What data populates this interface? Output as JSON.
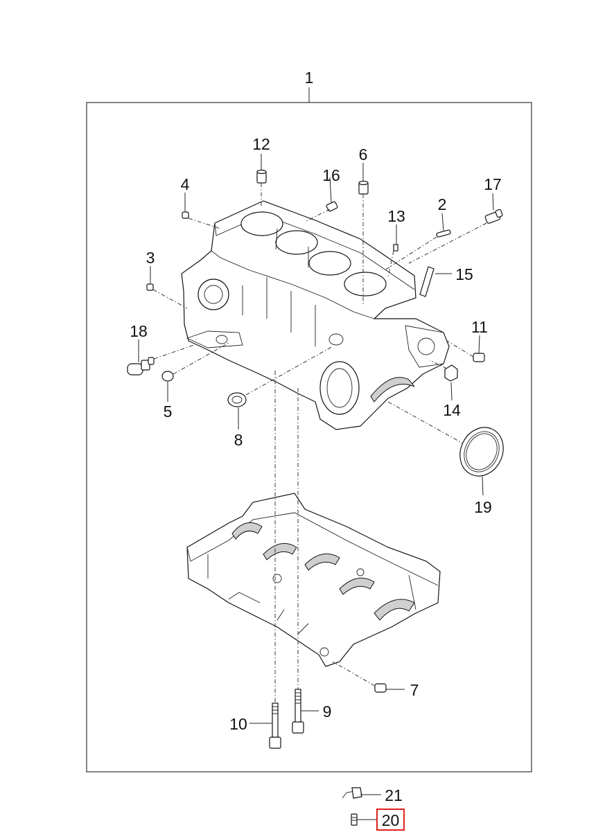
{
  "diagram": {
    "assembly_label": "1",
    "highlight_color": "#e0201c",
    "callouts": [
      {
        "id": "p2",
        "text": "2"
      },
      {
        "id": "p3",
        "text": "3"
      },
      {
        "id": "p4",
        "text": "4"
      },
      {
        "id": "p5",
        "text": "5"
      },
      {
        "id": "p6",
        "text": "6"
      },
      {
        "id": "p7",
        "text": "7"
      },
      {
        "id": "p8",
        "text": "8"
      },
      {
        "id": "p9",
        "text": "9"
      },
      {
        "id": "p10",
        "text": "10"
      },
      {
        "id": "p11",
        "text": "11"
      },
      {
        "id": "p12",
        "text": "12"
      },
      {
        "id": "p13",
        "text": "13"
      },
      {
        "id": "p14",
        "text": "14"
      },
      {
        "id": "p15",
        "text": "15"
      },
      {
        "id": "p16",
        "text": "16"
      },
      {
        "id": "p17",
        "text": "17"
      },
      {
        "id": "p18",
        "text": "18"
      },
      {
        "id": "p19",
        "text": "19"
      },
      {
        "id": "p21",
        "text": "21"
      }
    ],
    "highlighted_callout": {
      "id": "p20",
      "text": "20"
    }
  }
}
